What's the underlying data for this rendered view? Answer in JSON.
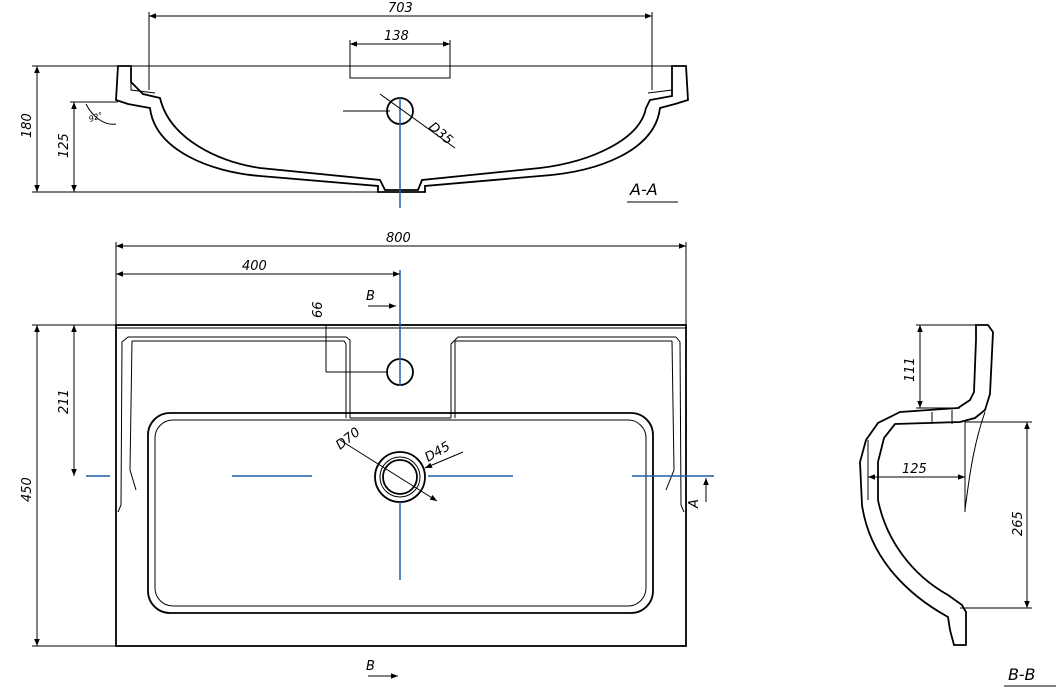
{
  "views": {
    "section_aa": {
      "label": "A-A",
      "dims": {
        "overall_width": "703",
        "drain_tab": "138",
        "height": "180",
        "depth": "125",
        "hole": "D35",
        "angle": "92°"
      }
    },
    "plan": {
      "dims": {
        "width": "800",
        "half_width": "400",
        "depth": "450",
        "front_to_center": "211",
        "tap_offset": "66",
        "overflow": "D70",
        "drain": "D45"
      },
      "cut_marks": {
        "b_top": "B",
        "b_bottom": "B",
        "a_right": "A"
      }
    },
    "section_bb": {
      "label": "B-B",
      "dims": {
        "rim": "111",
        "projection": "125",
        "height": "265"
      }
    }
  },
  "colors": {
    "line": "#000000",
    "centerline": "#1f5fa8",
    "background": "#ffffff"
  }
}
